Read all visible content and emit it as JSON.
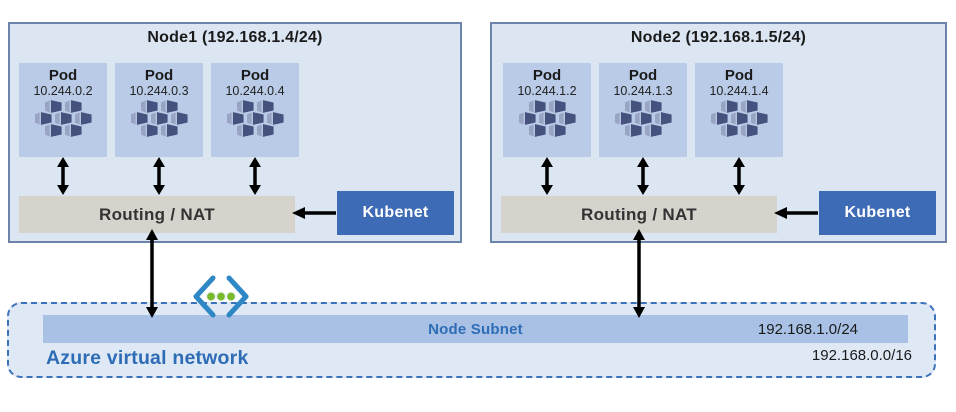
{
  "nodes": [
    {
      "title": "Node1 (192.168.1.4/24)",
      "pods": [
        {
          "label": "Pod",
          "ip": "10.244.0.2"
        },
        {
          "label": "Pod",
          "ip": "10.244.0.3"
        },
        {
          "label": "Pod",
          "ip": "10.244.0.4"
        }
      ],
      "routing_label": "Routing / NAT",
      "kubenet_label": "Kubenet"
    },
    {
      "title": "Node2 (192.168.1.5/24)",
      "pods": [
        {
          "label": "Pod",
          "ip": "10.244.1.2"
        },
        {
          "label": "Pod",
          "ip": "10.244.1.3"
        },
        {
          "label": "Pod",
          "ip": "10.244.1.4"
        }
      ],
      "routing_label": "Routing / NAT",
      "kubenet_label": "Kubenet"
    }
  ],
  "vnet": {
    "label": "Azure virtual network",
    "subnet_label": "Node Subnet",
    "subnet_cidr": "192.168.1.0/24",
    "vnet_cidr": "192.168.0.0/16"
  },
  "icons": {
    "pod_containers_icon": "cluster-of-seven-container-boxes",
    "virtual_network_icon": "angle-brackets-with-three-green-dots",
    "double_arrow_icon": "black-double-headed-arrow",
    "left_arrow_icon": "black-left-arrow"
  },
  "colors": {
    "node_fill": "#dce6f3",
    "node_border": "#6d84aa",
    "pod_fill": "#b9cbe6",
    "routing_fill": "#d6d2cc",
    "kubenet_fill": "#3d6bb5",
    "kubenet_text": "#ffffff",
    "subnet_bar_fill": "#a8c1e5",
    "vnet_fill": "#dfe8f5",
    "vnet_border": "#3c72ba",
    "accent_blue_text": "#2e6db6",
    "arrow_color": "#000000",
    "container_glyph_dark": "#46527e",
    "container_glyph_light": "#99a3c3",
    "vnet_icon_blue": "#2f88c6",
    "vnet_icon_green": "#7ab82c"
  }
}
